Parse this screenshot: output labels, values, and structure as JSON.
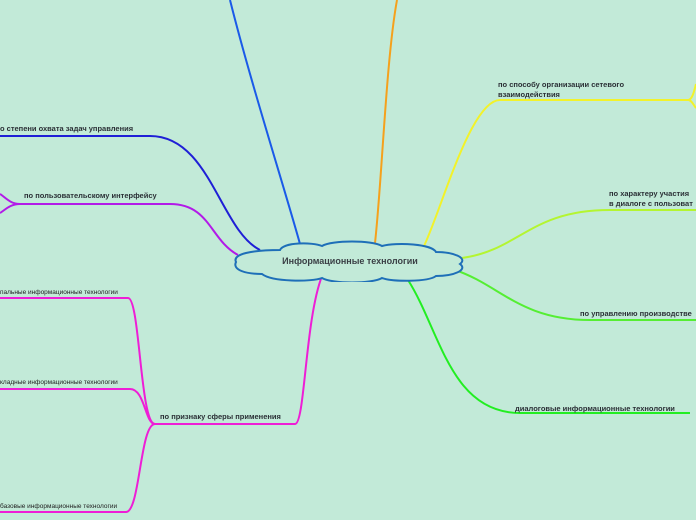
{
  "central_topic": "Информационные технологии",
  "colors": {
    "background": "#c2ead8",
    "central_fill": "#c2ead8",
    "central_stroke": "#1e6fb8",
    "blue_top": "#1a5ae8",
    "orange": "#f5a11c",
    "yellow": "#f2f22a",
    "lime": "#b4f531",
    "green": "#55ee33",
    "bright_green": "#22ee22",
    "dark_blue": "#1f1fd6",
    "purple": "#b21ae8",
    "magenta": "#ee1ed6"
  },
  "branches": {
    "network": "по способу организации сетевого\nвзаимодействия",
    "dialog_character": "по характеру участия\nв диалоге с пользоват",
    "production": "по управлению производстве",
    "dialog_tech": "диалоговые информационные технологии",
    "coverage": "о степени охвата задач управления",
    "user_interface": "по пользовательскому интерфейсу",
    "application_area": "по признаку сферы применения"
  },
  "sub_items": {
    "specialized": "пальные информационные технологии",
    "applied": "кладные информационные технологии",
    "basic": "базовые информационные технологии"
  }
}
